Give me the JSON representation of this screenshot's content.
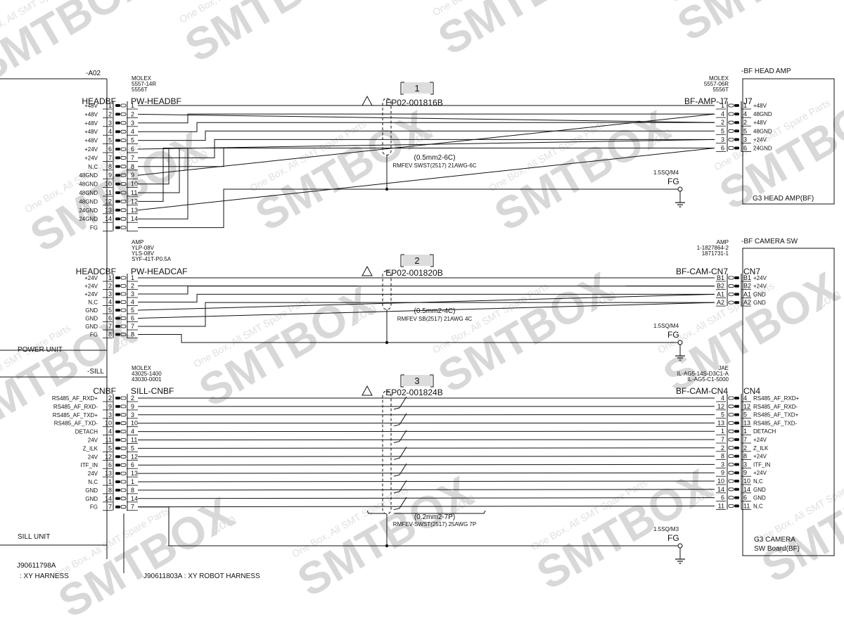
{
  "watermark": {
    "big": "SMTBOX",
    "dotcom": ".com",
    "small": "One Box, All SMT Spare Parts"
  },
  "left": {
    "a02": "-A02",
    "sill_tag": "-SILL",
    "power_unit": "POWER UNIT",
    "sill_unit": "SILL UNIT",
    "xy_code": "J90611798A",
    "xy_name": ": XY HARNESS",
    "robot_harness": "J90611803A : XY ROBOT HARNESS"
  },
  "right": {
    "bf_head_amp": "-BF HEAD AMP",
    "g3_head_amp": "G3 HEAD AMP(BF)",
    "bf_camera_sw": "-BF CAMERA SW",
    "g3_camera_1": "G3 CAMERA",
    "g3_camera_2": "SW Board(BF)"
  },
  "sections": [
    {
      "num": "1",
      "part": "EP02-001816B",
      "left_conn": "HEADBF",
      "left_plug": "PW-HEADBF",
      "left_maker": [
        "MOLEX",
        "5557-14R",
        "5556T"
      ],
      "right_conn": "BF-AMP-J7",
      "right_box_conn": "J7",
      "right_maker": [
        "MOLEX",
        "5557-06R",
        "5556T"
      ],
      "cable_1": "(0.5mm2-6C)",
      "cable_2": "RMFEV SWST(2517) 21AWG-6C",
      "fg_spec": "1.5SQ/M4",
      "fg": "FG",
      "left_pins": [
        {
          "sig": "+48V",
          "pin": "1",
          "plug": "1"
        },
        {
          "sig": "+48V",
          "pin": "2",
          "plug": "2"
        },
        {
          "sig": "+48V",
          "pin": "3",
          "plug": "3"
        },
        {
          "sig": "+48V",
          "pin": "4",
          "plug": "4"
        },
        {
          "sig": "+48V",
          "pin": "5",
          "plug": "5"
        },
        {
          "sig": "+24V",
          "pin": "6",
          "plug": "6"
        },
        {
          "sig": "+24V",
          "pin": "7",
          "plug": "7"
        },
        {
          "sig": "N,C",
          "pin": "8",
          "plug": "8"
        },
        {
          "sig": "48GND",
          "pin": "9",
          "plug": "9"
        },
        {
          "sig": "48GND",
          "pin": "10",
          "plug": "10"
        },
        {
          "sig": "48GND",
          "pin": "11",
          "plug": "11"
        },
        {
          "sig": "48GND",
          "pin": "12",
          "plug": "12"
        },
        {
          "sig": "24GND",
          "pin": "13",
          "plug": "13"
        },
        {
          "sig": "24GND",
          "pin": "14",
          "plug": "14"
        },
        {
          "sig": "FG",
          "pin": "",
          "plug": ""
        }
      ],
      "right_pins": [
        {
          "plug": "1",
          "pin": "1",
          "sig": "+48V"
        },
        {
          "plug": "4",
          "pin": "4",
          "sig": "48GND"
        },
        {
          "plug": "2",
          "pin": "2",
          "sig": "+48V"
        },
        {
          "plug": "5",
          "pin": "5",
          "sig": "48GND"
        },
        {
          "plug": "3",
          "pin": "3",
          "sig": "+24V"
        },
        {
          "plug": "6",
          "pin": "6",
          "sig": "24GND"
        }
      ]
    },
    {
      "num": "2",
      "part": "EP02-001820B",
      "left_conn": "HEADCBF",
      "left_plug": "PW-HEADCAF",
      "left_maker": [
        "AMP",
        "YLP-08V",
        "YLS-08V",
        "SYF-41T-P0.5A"
      ],
      "right_conn": "BF-CAM-CN7",
      "right_box_conn": "CN7",
      "right_maker": [
        "AMP",
        "1-1827864-2",
        "1871731-1"
      ],
      "cable_1": "(0.5mm2-4C)",
      "cable_2": "RMFEV SB(2517) 21AWG 4C",
      "fg_spec": "1.5SQ/M4",
      "fg": "FG",
      "left_pins": [
        {
          "sig": "+24V",
          "pin": "1",
          "plug": "1"
        },
        {
          "sig": "+24V",
          "pin": "2",
          "plug": "2"
        },
        {
          "sig": "+24V",
          "pin": "3",
          "plug": "3"
        },
        {
          "sig": "N,C",
          "pin": "4",
          "plug": "4"
        },
        {
          "sig": "GND",
          "pin": "5",
          "plug": "5"
        },
        {
          "sig": "GND",
          "pin": "6",
          "plug": "6"
        },
        {
          "sig": "GND",
          "pin": "7",
          "plug": "7"
        },
        {
          "sig": "FG",
          "pin": "8",
          "plug": "8"
        }
      ],
      "right_pins": [
        {
          "plug": "B1",
          "pin": "B1",
          "sig": "+24V"
        },
        {
          "plug": "B2",
          "pin": "B2",
          "sig": "+24V"
        },
        {
          "plug": "A1",
          "pin": "A1",
          "sig": "GND"
        },
        {
          "plug": "A2",
          "pin": "A2",
          "sig": "GND"
        }
      ]
    },
    {
      "num": "3",
      "part": "EP02-001824B",
      "left_conn": "CNBF",
      "left_plug": "SILL-CNBF",
      "left_maker": [
        "MOLEX",
        "43025-1400",
        "43030-0001"
      ],
      "right_conn": "BF-CAM-CN4",
      "right_box_conn": "CN4",
      "right_maker": [
        "JAE",
        "IL-AG5-14S-D3C1-A",
        "IL-AG5-C1-5000"
      ],
      "cable_1": "(0.2mm2-7P)",
      "cable_2": "RMFEV-SWST(2517) 25AWG 7P",
      "fg_spec": "1.5SQ/M3",
      "fg": "FG",
      "left_pins": [
        {
          "sig": "RS485_AF_RXD+",
          "pin": "2",
          "plug": "2"
        },
        {
          "sig": "RS485_AF_RXD-",
          "pin": "9",
          "plug": "9"
        },
        {
          "sig": "RS485_AF_TXD+",
          "pin": "3",
          "plug": "3"
        },
        {
          "sig": "RS485_AF_TXD-",
          "pin": "10",
          "plug": "10"
        },
        {
          "sig": "DETACH",
          "pin": "4",
          "plug": "4"
        },
        {
          "sig": "24V",
          "pin": "11",
          "plug": "11"
        },
        {
          "sig": "Z_ILK",
          "pin": "5",
          "plug": "5"
        },
        {
          "sig": "24V",
          "pin": "12",
          "plug": "12"
        },
        {
          "sig": "ITF_IN",
          "pin": "6",
          "plug": "6"
        },
        {
          "sig": "24V",
          "pin": "13",
          "plug": "13"
        },
        {
          "sig": "N,C",
          "pin": "1",
          "plug": "1"
        },
        {
          "sig": "GND",
          "pin": "8",
          "plug": "8"
        },
        {
          "sig": "GND",
          "pin": "14",
          "plug": "14"
        },
        {
          "sig": "FG",
          "pin": "7",
          "plug": "7"
        }
      ],
      "right_pins": [
        {
          "plug": "4",
          "pin": "4",
          "sig": "RS485_AF_RXD+"
        },
        {
          "plug": "12",
          "pin": "12",
          "sig": "RS485_AF_RXD-"
        },
        {
          "plug": "5",
          "pin": "5",
          "sig": "RS485_AF_TXD+"
        },
        {
          "plug": "13",
          "pin": "13",
          "sig": "RS485_AF_TXD-"
        },
        {
          "plug": "1",
          "pin": "1",
          "sig": "DETACH"
        },
        {
          "plug": "7",
          "pin": "7",
          "sig": "+24V"
        },
        {
          "plug": "2",
          "pin": "2",
          "sig": "Z_ILK"
        },
        {
          "plug": "8",
          "pin": "8",
          "sig": "+24V"
        },
        {
          "plug": "3",
          "pin": "3",
          "sig": "ITF_IN"
        },
        {
          "plug": "9",
          "pin": "9",
          "sig": "+24V"
        },
        {
          "plug": "10",
          "pin": "10",
          "sig": "N,C"
        },
        {
          "plug": "14",
          "pin": "14",
          "sig": "GND"
        },
        {
          "plug": "6",
          "pin": "6",
          "sig": "GND"
        },
        {
          "plug": "11",
          "pin": "11",
          "sig": "N,C"
        }
      ]
    }
  ]
}
